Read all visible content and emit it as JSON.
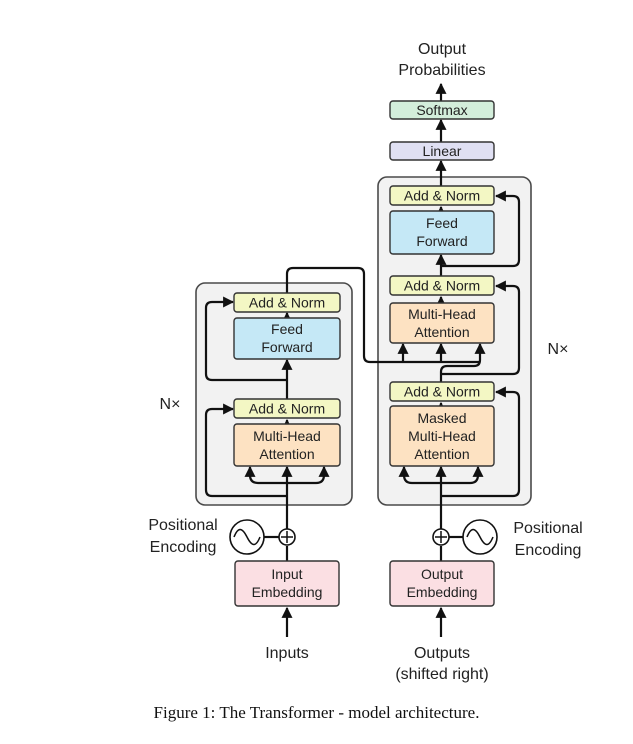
{
  "labels": {
    "output_probabilities": [
      "Output",
      "Probabilities"
    ],
    "softmax": "Softmax",
    "linear": "Linear",
    "add_norm": "Add & Norm",
    "feed_forward": [
      "Feed",
      "Forward"
    ],
    "multi_head_attention": [
      "Multi-Head",
      "Attention"
    ],
    "masked_multi_head_attention": [
      "Masked",
      "Multi-Head",
      "Attention"
    ],
    "nx": "N×",
    "positional_encoding": [
      "Positional",
      "Encoding"
    ],
    "input_embedding": [
      "Input",
      "Embedding"
    ],
    "output_embedding": [
      "Output",
      "Embedding"
    ],
    "inputs": "Inputs",
    "outputs": [
      "Outputs",
      "(shifted right)"
    ]
  },
  "caption": "Figure 1: The Transformer - model architecture.",
  "colors": {
    "add_norm": "#f3f7c4",
    "feed_forward": "#c5e8f6",
    "attention": "#fde2c2",
    "embedding": "#fbdfe3",
    "softmax": "#d3eedb",
    "linear": "#e0e0f3",
    "stack_background": "#f2f2f2"
  }
}
